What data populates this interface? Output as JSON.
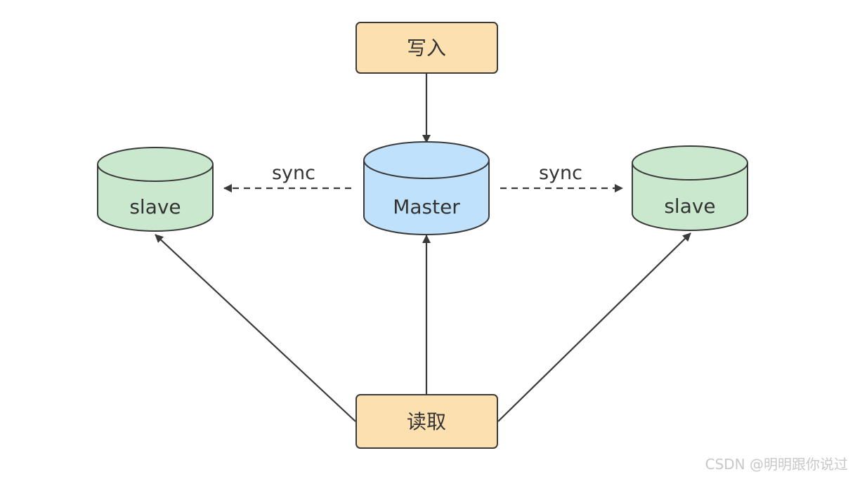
{
  "nodes": {
    "write": "写入",
    "read": "读取",
    "master": "Master",
    "slave_left": "slave",
    "slave_right": "slave"
  },
  "edges": {
    "sync_left": "sync",
    "sync_right": "sync"
  },
  "watermark": "CSDN @明明跟你说过",
  "colors": {
    "process_fill": "#fde0b0",
    "process_stroke": "#3a3a3a",
    "master_fill": "#bfe1fb",
    "slave_fill": "#c9e8cd",
    "line": "#3a3a3a",
    "watermark": "#c8c8c8"
  }
}
